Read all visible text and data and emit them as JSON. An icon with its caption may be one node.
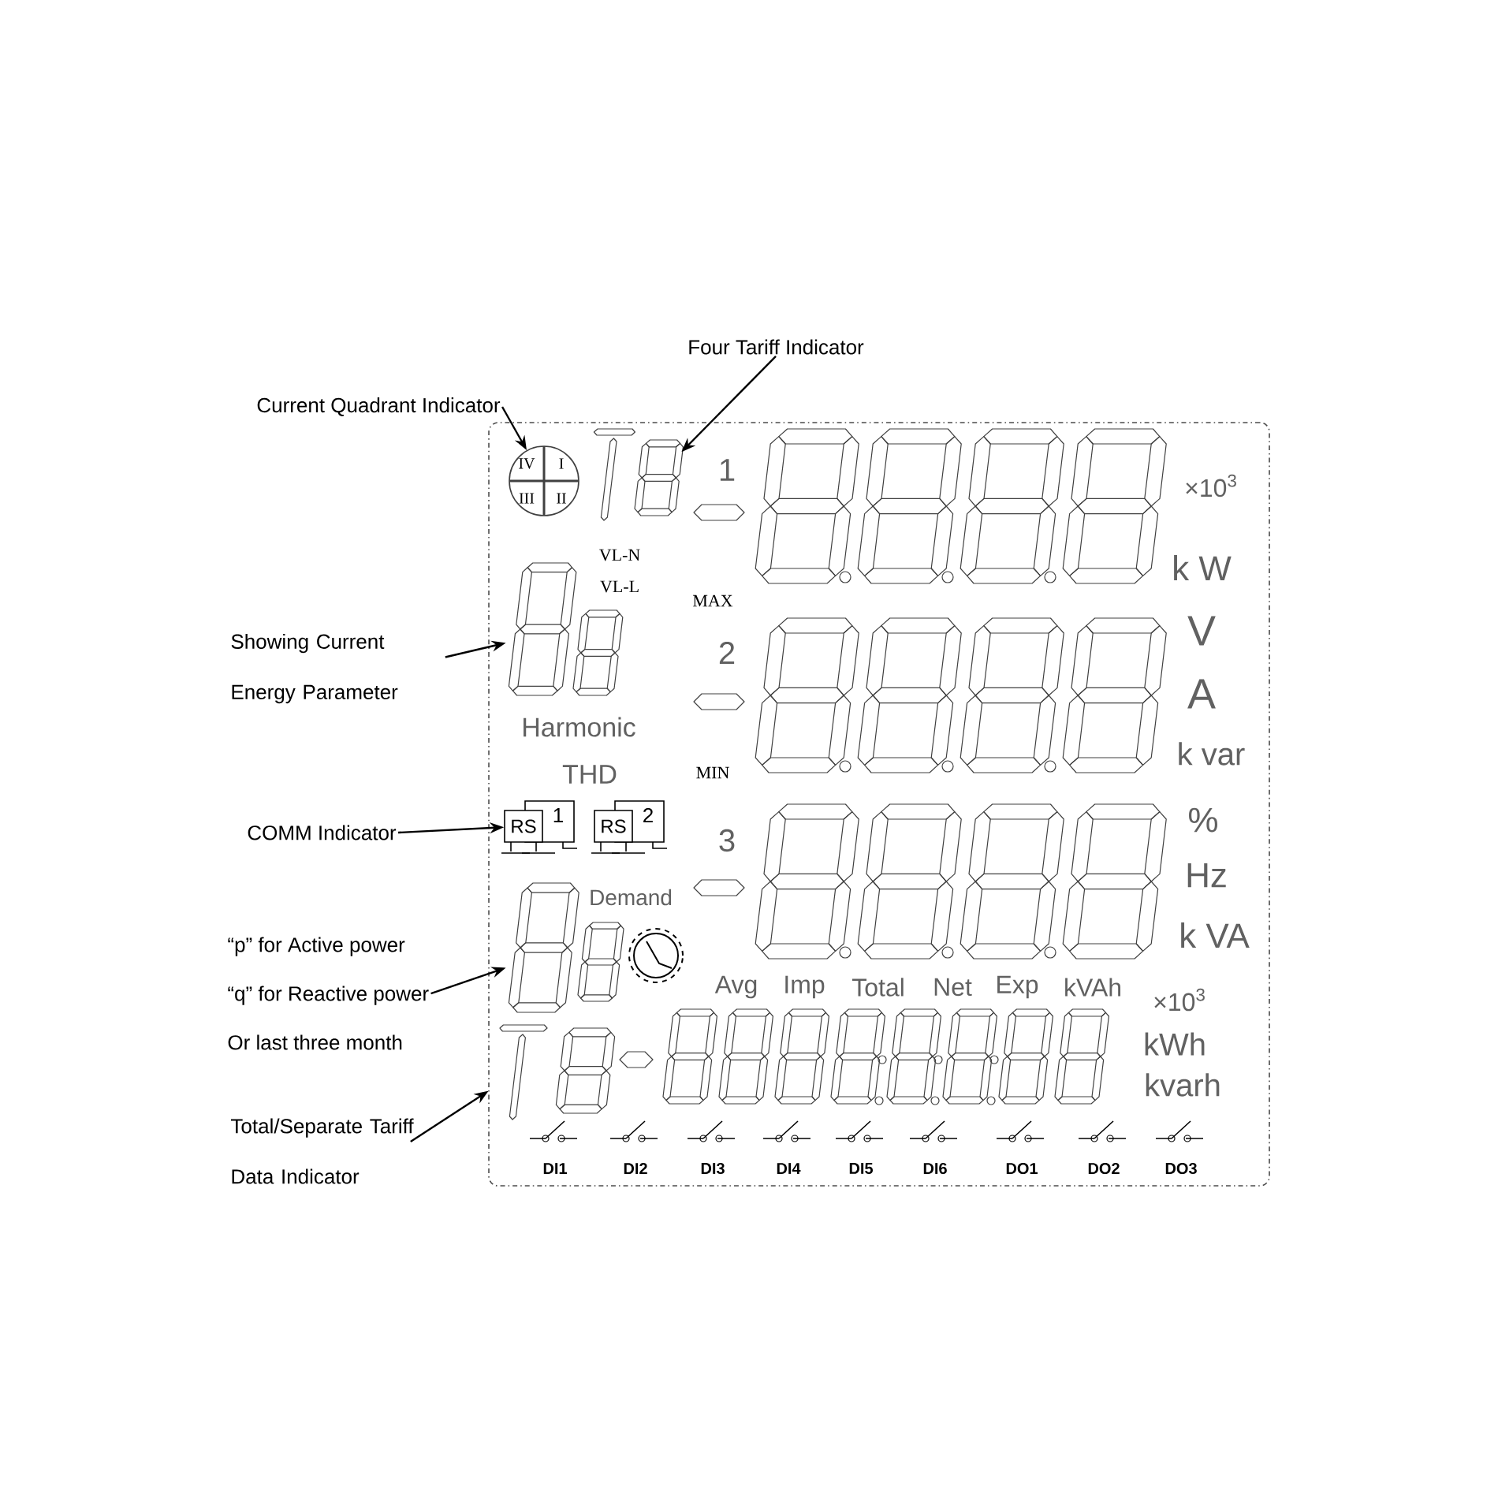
{
  "diagram": {
    "nodes": [
      {
        "text": [],
        "shape": "box"
      },
      {
        "text": [
          "Current Quadrant Indicator"
        ]
      },
      {
        "text": [
          "IV",
          "I",
          "III",
          "II"
        ],
        "in": 0
      },
      {
        "text": [
          "Four Tariff Indicator"
        ]
      },
      {
        "text": [],
        "shape": "digit",
        "in": 0
      },
      {
        "text": [
          "Showing Current Energy Parameter"
        ]
      },
      {
        "text": [],
        "shape": "digit",
        "in": 0
      },
      {
        "text": [
          "COMM Indicator"
        ]
      },
      {
        "text": [
          "RS",
          "1"
        ],
        "in": 0
      },
      {
        "text": [
          "“p” for Active power",
          "“q” for Reactive power",
          "Or last three month"
        ]
      },
      {
        "text": [],
        "shape": "digit",
        "in": 0
      },
      {
        "text": [
          "Total/Separate Tariff Data Indicator"
        ]
      },
      {
        "text": [],
        "shape": "digit",
        "in": 0
      }
    ],
    "edges": [
      {
        "from": 1,
        "to": 2,
        "arrow": "to"
      },
      {
        "from": 3,
        "to": 4,
        "arrow": "to"
      },
      {
        "from": 5,
        "to": 6,
        "arrow": "to"
      },
      {
        "from": 7,
        "to": 8,
        "arrow": "to"
      },
      {
        "from": 9,
        "to": 10,
        "arrow": "to"
      },
      {
        "from": 11,
        "to": 12,
        "arrow": "to"
      }
    ],
    "labels": [
      "1",
      "VL-N",
      "VL-L",
      "MAX",
      "2",
      "MIN",
      "Harmonic",
      "THD",
      "RS",
      "2",
      "3",
      "Demand",
      "×10$^{3}$",
      "k W",
      "V",
      "A",
      "k var",
      "%",
      "Hz",
      "k VA",
      "Avg",
      "Imp",
      "Total",
      "Net",
      "Exp",
      "kVAh",
      "×10$^{3}$",
      "kWh",
      "kvarh",
      "DI1",
      "DI2",
      "DI3",
      "DI4",
      "DI5",
      "DI6",
      "DO1",
      "DO2",
      "DO3"
    ]
  }
}
